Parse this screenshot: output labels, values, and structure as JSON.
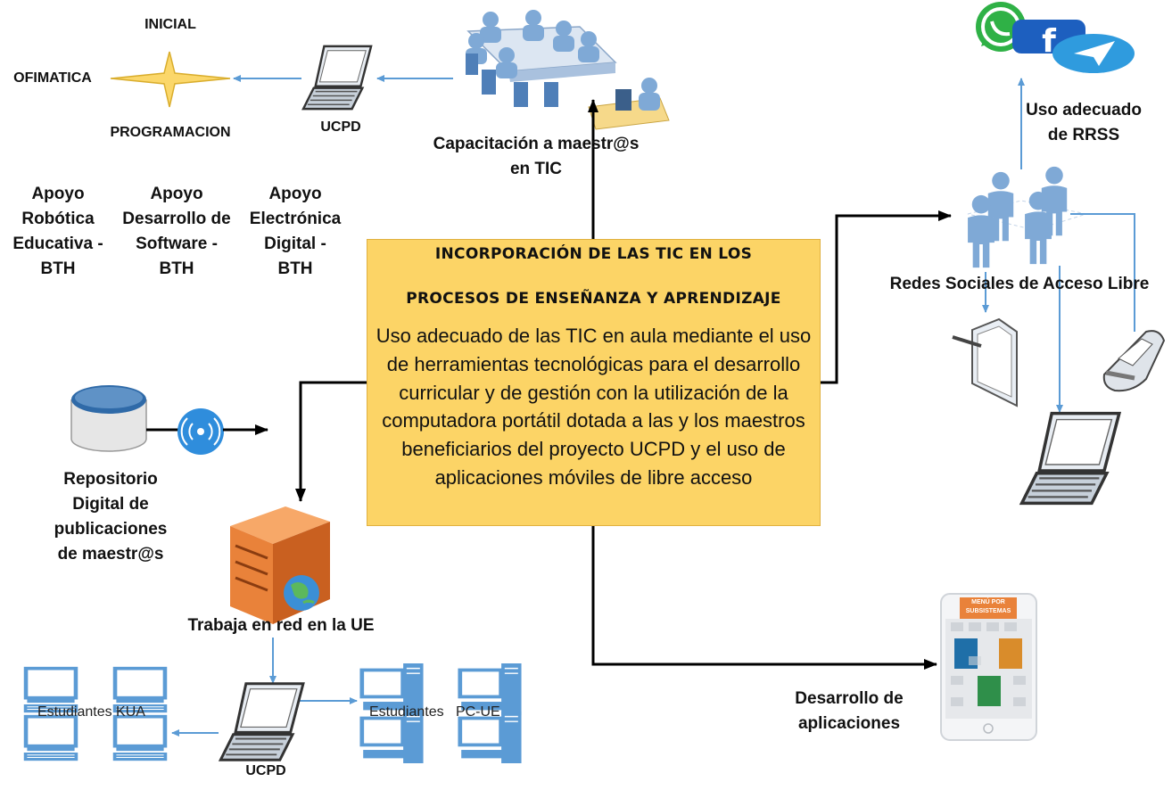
{
  "main": {
    "title_line1": "INCORPORACIÓN DE LAS TIC EN LOS",
    "title_line2": "PROCESOS DE ENSEÑANZA Y APRENDIZAJE",
    "body": "Uso adecuado de las TIC en aula mediante el uso de herramientas tecnológicas para el desarrollo curricular y de gestión con la utilización de la computadora portátil dotada a las y los maestros beneficiarios del proyecto UCPD y el uso de aplicaciones móviles de libre acceso"
  },
  "top_left": {
    "inicial": "INICIAL",
    "ofimatica": "OFIMATICA",
    "programacion": "PROGRAMACION",
    "ucpd": "UCPD"
  },
  "capacitacion": {
    "line1": "Capacitación a maestr@s",
    "line2": "en TIC"
  },
  "apoyos": [
    {
      "lines": [
        "Apoyo",
        "Robótica",
        "Educativa -",
        "BTH"
      ]
    },
    {
      "lines": [
        "Apoyo",
        "Desarrollo de",
        "Software -",
        "BTH"
      ]
    },
    {
      "lines": [
        "Apoyo",
        "Electrónica",
        "Digital -",
        "BTH"
      ]
    }
  ],
  "repositorio": {
    "lines": [
      "Repositorio",
      "Digital de",
      "publicaciones",
      "de maestr@s"
    ]
  },
  "red": {
    "trabaja": "Trabaja en red en la UE",
    "estudiantes_kua": "Estudiantes KUA",
    "estudiantes_pc": "Estudiantes   PC-UE",
    "ucpd": "UCPD"
  },
  "redes": {
    "uso_line1": "Uso adecuado",
    "uso_line2": "de RRSS",
    "title": "Redes Sociales de Acceso Libre"
  },
  "apps": {
    "line1": "Desarrollo de",
    "line2": "aplicaciones",
    "menu_line1": "MENÚ POR",
    "menu_line2": "SUBSISTEMAS"
  },
  "social_icons": [
    "whatsapp-icon",
    "facebook-icon",
    "telegram-icon"
  ],
  "colors": {
    "box_fill": "#fcd466",
    "connector_blue": "#5b9bd5",
    "people_blue": "#7fa9d6",
    "server_orange": "#e9823a"
  }
}
